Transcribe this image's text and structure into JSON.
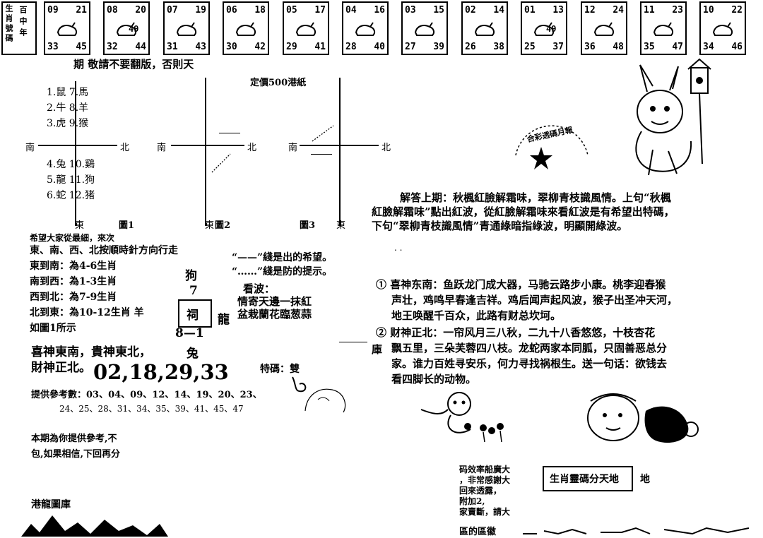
{
  "strip": {
    "lead_chars": [
      "生",
      "肖",
      "號",
      "碼",
      "百",
      "中",
      "年"
    ],
    "cells": [
      {
        "tl": "09",
        "tr": "21",
        "bl": "33",
        "br": "45",
        "extra": ""
      },
      {
        "tl": "08",
        "tr": "20",
        "bl": "32",
        "br": "44",
        "extra": "49"
      },
      {
        "tl": "07",
        "tr": "19",
        "bl": "31",
        "br": "43",
        "extra": ""
      },
      {
        "tl": "06",
        "tr": "18",
        "bl": "30",
        "br": "42",
        "extra": ""
      },
      {
        "tl": "05",
        "tr": "17",
        "bl": "29",
        "br": "41",
        "extra": ""
      },
      {
        "tl": "04",
        "tr": "16",
        "bl": "28",
        "br": "40",
        "extra": ""
      },
      {
        "tl": "03",
        "tr": "15",
        "bl": "27",
        "br": "39",
        "extra": ""
      },
      {
        "tl": "02",
        "tr": "14",
        "bl": "26",
        "br": "38",
        "extra": ""
      },
      {
        "tl": "01",
        "tr": "13",
        "bl": "25",
        "br": "37",
        "extra": "49"
      },
      {
        "tl": "12",
        "tr": "24",
        "bl": "36",
        "br": "48",
        "extra": ""
      },
      {
        "tl": "11",
        "tr": "23",
        "bl": "35",
        "br": "47",
        "extra": ""
      },
      {
        "tl": "10",
        "tr": "22",
        "bl": "34",
        "br": "46",
        "extra": ""
      }
    ]
  },
  "left": {
    "notice": "期  敬請不要翻版，否則天",
    "zodiac_top": [
      "1.鼠  7.馬",
      "2.牛  8.羊",
      "3.虎  9.猴"
    ],
    "zodiac_bottom": [
      "4.兔  10.鷄",
      "5.龍  11.狗",
      "6.蛇  12.猪"
    ],
    "south": "南",
    "north": "北",
    "east": "東",
    "fig1": "圖1",
    "fig2": "圖2",
    "fig3": "圖3",
    "price_label": "定價500港紙",
    "rules": [
      "希望大家從最細，來次",
      "東、南、西、北按順時針方向行走",
      "東到南：為4-6生肖",
      "南到西：為1-3生肖",
      "西到北：為7-9生肖",
      "北到東：為10-12生肖 羊",
      "如圖1所示"
    ],
    "legend_solid": "“——”綫是出的希望。",
    "legend_dotted": "“……”綫是防的提示。",
    "dog": "狗",
    "seven": "7",
    "kanbo": "看波：",
    "poem1": "情寄天邊一抹紅",
    "poem2": "盆栽蘭花臨葱蒜",
    "ci": "祠",
    "long": "龍",
    "eight_one": "8—1",
    "rabbit": "兔",
    "luck": "喜神東南，貴神東北，",
    "wealth": "財神正北。",
    "big_numbers": "02,18,29,33",
    "special": "特碼：雙",
    "ref_label": "提供參考數：03、04、09、12、14、19、20、23、",
    "ref_line2": "24、25、28、31、34、35、39、41、45、47",
    "footer1": "本期為你提供參考,不",
    "footer2": "包,如果相信,下回再分",
    "brand": "港龍圖庫",
    "ku": "庫"
  },
  "right": {
    "stamp_text": "合彩透碼月報",
    "answer": [
      "解答上期：秋楓紅臉解霜味，翠柳青枝識風情。上句“秋楓",
      "紅臉解霜味”點出紅波，從紅臉解霜味來看紅波是有希望出特碼，",
      "下句“翠柳青枝識風情”青通綠暗指綠波，明顯開綠波。"
    ],
    "dots": ". .",
    "item1": [
      "①  喜神东南：鱼跃龙门成大器，马驰云路步小康。桃李迎春猴",
      "声壮，鸡鸣早春逢吉祥。鸡后闻声起风波，猴子出圣冲天河，",
      "地王唤醒千百众，此路有财总坎坷。"
    ],
    "item2": [
      "②  财神正北：一帘风月三八秋，二九十八香悠悠，十枝杏花",
      "飘五里，三朵芙蓉四八枝。龙蛇两家本同胍，只固善恶总分",
      "家。谁力百姓寻安乐，何力寻找祸根生。送一句话：欲钱去",
      "看四脚长的动物。"
    ],
    "ad": [
      "码效率船廣大",
      "，非常感謝大",
      "回來透露，",
      "附加2,",
      "家賣斷，請大"
    ],
    "ad_title": "生肖靈碼分天地",
    "di": "地",
    "bottom": "區的區徽"
  },
  "colors": {
    "ink": "#000000",
    "paper": "#ffffff"
  }
}
